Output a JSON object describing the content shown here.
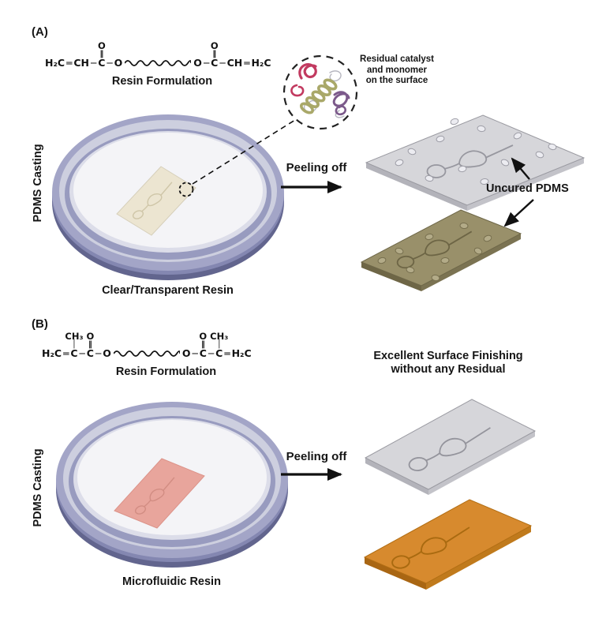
{
  "colors": {
    "background": "#ffffff",
    "text": "#151515",
    "arrow": "#111111",
    "dish_rim": "#9699bf",
    "dish_rim_dark": "#62658e",
    "dish_rim_light": "#cdcfdf",
    "dish_interior": "#f4f4f7",
    "chip_clear_resin": "#ece5d1",
    "chip_pdms_gray": "#d6d6da",
    "chip_uncured_olive": "#99906a",
    "chip_resin_pink": "#e8a59c",
    "chip_resin_orange": "#d78a2e",
    "molecule_pink": "#c23a60",
    "molecule_olive": "#a9a869",
    "molecule_purple": "#7c5a8b"
  },
  "panel_a": {
    "label": "(A)",
    "formula": {
      "h2c_left": "H₂C",
      "double_bond": "═",
      "ch": "CH",
      "bond": "─",
      "c": "C",
      "o": "O",
      "o_carbonyl": "O",
      "double_vert": "‖",
      "h2c_right": "H₂C",
      "caption": "Resin Formulation"
    },
    "side_label": "PDMS Casting",
    "dish_caption": "Clear/Transparent Resin",
    "inset_caption_lines": [
      "Residual catalyst",
      "and monomer",
      "on the surface"
    ],
    "peeling_label": "Peeling off",
    "uncured_label": "Uncured PDMS"
  },
  "panel_b": {
    "label": "(B)",
    "formula": {
      "h2c_left": "H₂C",
      "double_bond": "═",
      "c": "C",
      "bond": "─",
      "o": "O",
      "o_carbonyl": "O",
      "methyl": "CH₃",
      "single_vert": "│",
      "double_vert": "‖",
      "h2c_right": "H₂C",
      "caption": "Resin Formulation"
    },
    "side_label": "PDMS Casting",
    "dish_caption": "Microfluidic Resin",
    "result_heading_lines": [
      "Excellent Surface Finishing",
      "without any Residual"
    ],
    "peeling_label": "Peeling off"
  }
}
